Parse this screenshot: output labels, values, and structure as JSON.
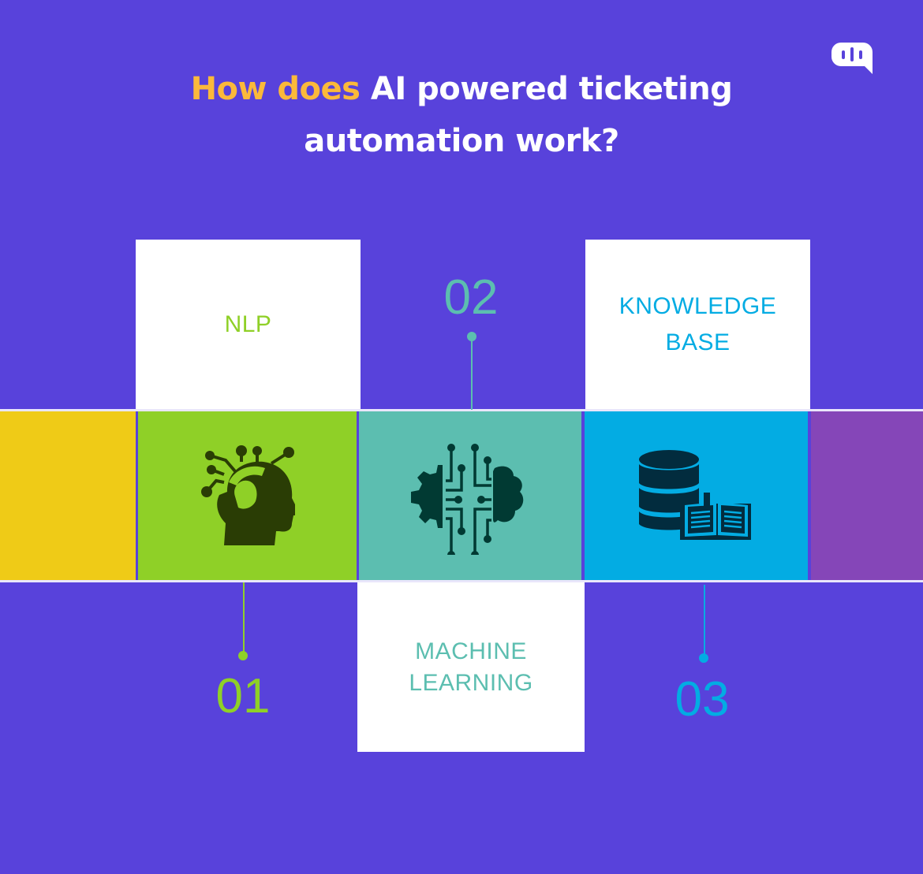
{
  "title": {
    "highlight": "How does",
    "rest_line1": " AI powered ticketing",
    "line2": "automation work?"
  },
  "logo": {
    "icon": "chat-bubble-icon"
  },
  "colors": {
    "background": "#5842db",
    "title_highlight": "#fbb93a",
    "yellow": "#efcb17",
    "green": "#8fd027",
    "teal": "#5cbeb0",
    "blue": "#03ace3",
    "purple": "#8546b8"
  },
  "steps": [
    {
      "number": "01",
      "label": "NLP",
      "color": "#8fd027",
      "icon": "brain-head-icon"
    },
    {
      "number": "02",
      "label_line1": "MACHINE",
      "label_line2": "LEARNING",
      "color": "#5cbeb0",
      "icon": "gear-brain-circuit-icon"
    },
    {
      "number": "03",
      "label_line1": "KNOWLEDGE",
      "label_line2": "BASE",
      "color": "#03ace3",
      "icon": "database-book-icon"
    }
  ]
}
